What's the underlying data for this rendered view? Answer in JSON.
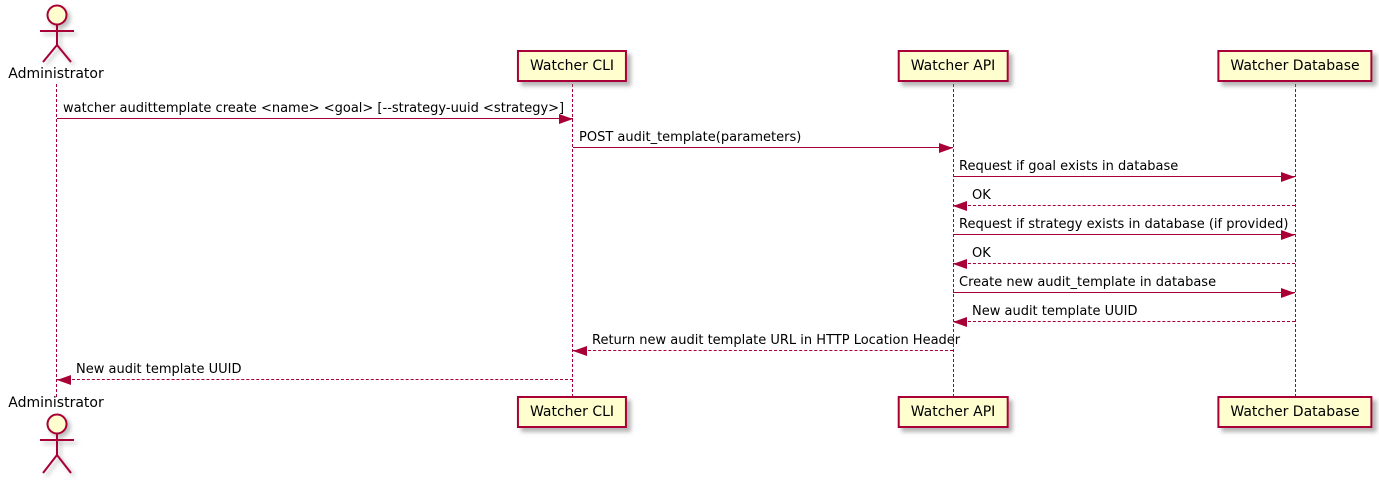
{
  "diagram": {
    "type": "plantuml-sequence",
    "colors": {
      "stroke": "#A80036",
      "participant_fill": "#FEFECE",
      "text": "#000000",
      "background": "#FFFFFF"
    },
    "actor": {
      "name": "Administrator"
    },
    "participants": [
      {
        "name": "Watcher CLI"
      },
      {
        "name": "Watcher API"
      },
      {
        "name": "Watcher Database"
      }
    ],
    "messages": [
      {
        "from": "Administrator",
        "to": "Watcher CLI",
        "style": "solid",
        "label": "watcher audittemplate create <name> <goal> [--strategy-uuid <strategy>]"
      },
      {
        "from": "Watcher CLI",
        "to": "Watcher API",
        "style": "solid",
        "label": "POST audit_template(parameters)"
      },
      {
        "from": "Watcher API",
        "to": "Watcher Database",
        "style": "solid",
        "label": "Request if goal exists in database"
      },
      {
        "from": "Watcher Database",
        "to": "Watcher API",
        "style": "dashed",
        "label": "OK"
      },
      {
        "from": "Watcher API",
        "to": "Watcher Database",
        "style": "solid",
        "label": "Request if strategy exists in database (if provided)"
      },
      {
        "from": "Watcher Database",
        "to": "Watcher API",
        "style": "dashed",
        "label": "OK"
      },
      {
        "from": "Watcher API",
        "to": "Watcher Database",
        "style": "solid",
        "label": "Create new audit_template in database"
      },
      {
        "from": "Watcher Database",
        "to": "Watcher API",
        "style": "dashed",
        "label": "New audit template UUID"
      },
      {
        "from": "Watcher API",
        "to": "Watcher CLI",
        "style": "dashed",
        "label": "Return new audit template URL in HTTP Location Header"
      },
      {
        "from": "Watcher CLI",
        "to": "Administrator",
        "style": "dashed",
        "label": "New audit template UUID"
      }
    ]
  }
}
